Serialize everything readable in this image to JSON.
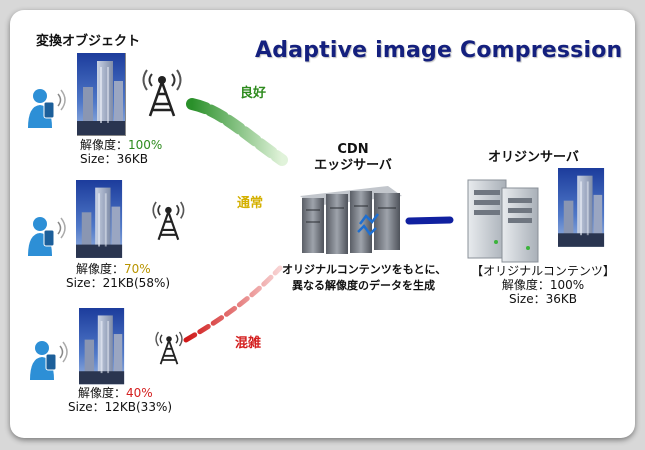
{
  "title": "Adaptive image Compression",
  "object_heading": "変換オブジェクト",
  "cdn": {
    "line1": "CDN",
    "line2": "エッジサーバ"
  },
  "origin_heading": "オリジンサーバ",
  "note": {
    "line1": "オリジナルコンテンツをもとに、",
    "line2": "異なる解像度のデータを生成"
  },
  "rows": [
    {
      "quality": "良好",
      "quality_color": "#2e8b1e",
      "res_label": "解像度：",
      "res_pct": "100%",
      "pct_color": "#2e8b1e",
      "size": "Size：36KB"
    },
    {
      "quality": "通常",
      "quality_color": "#d4b000",
      "res_label": "解像度：",
      "res_pct": "70%",
      "pct_color": "#b89400",
      "size": "Size：21KB(58%)"
    },
    {
      "quality": "混雑",
      "quality_color": "#d42020",
      "res_label": "解像度：",
      "res_pct": "40%",
      "pct_color": "#d42020",
      "size": "Size：12KB(33%)"
    }
  ],
  "origin_info": {
    "line1": "【オリジナルコンテンツ】",
    "line2": "解像度：100%",
    "line3": "Size：36KB"
  },
  "colors": {
    "title": "#14207e",
    "good": "#2e8b1e",
    "normal": "#e8d800",
    "busy": "#d42020",
    "link": "#1020a0"
  },
  "icons": [
    "user-phone-icon",
    "cell-tower-icon",
    "server-rack-icon",
    "building-photo"
  ]
}
